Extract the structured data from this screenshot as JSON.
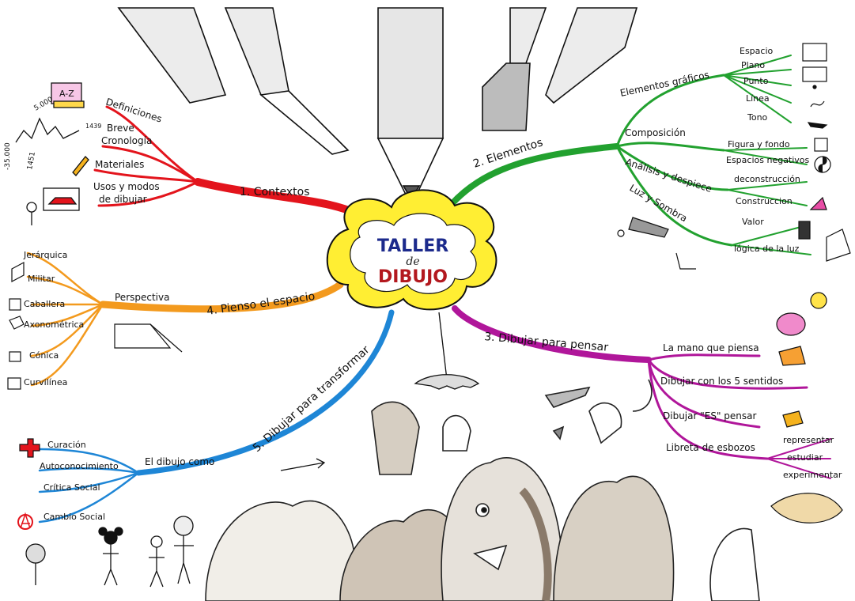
{
  "center": {
    "line1": "TALLER",
    "line2": "de",
    "line3": "DIBUJO"
  },
  "branches": [
    {
      "id": "contextos",
      "label": "1. Contextos",
      "color": "#e3141c",
      "children": [
        "Definiciones",
        "Breve",
        "Cronología",
        "Materiales",
        "Usos y modos",
        "de dibujar"
      ]
    },
    {
      "id": "elementos",
      "label": "2. Elementos",
      "color": "#22a12f",
      "groups": [
        {
          "label": "Elementos gráficos",
          "children": [
            "Espacio",
            "Plano",
            "Punto",
            "Línea",
            "Tono"
          ]
        },
        {
          "label": "Composición",
          "children": [
            "Figura y fondo",
            "Espacios negativos"
          ]
        },
        {
          "label": "Análisis y despiece",
          "children": [
            "deconstrucción",
            "Construccion"
          ]
        },
        {
          "label": "Luz y Sombra",
          "children": [
            "Valor",
            "lógica de la luz"
          ]
        }
      ]
    },
    {
      "id": "pensar",
      "label": "3. Dibujar para pensar",
      "color": "#b0169a",
      "children": [
        "La mano que piensa",
        "Dibujar con los 5 sentidos",
        "Dibujar \"ES\" pensar",
        "Libreta de esbozos"
      ],
      "sub": [
        "representar",
        "estudiar",
        "experimentar"
      ]
    },
    {
      "id": "espacio",
      "label": "4. Pienso el espacio",
      "color": "#f39a1e",
      "groups": [
        {
          "label": "Perspectiva",
          "children": [
            "Jerárquica",
            "Militar",
            "Caballera",
            "Axonométrica",
            "Cónica",
            "Curvilínea"
          ]
        }
      ]
    },
    {
      "id": "transformar",
      "label": "5. Dibujar para transformar",
      "color": "#1e86d6",
      "groups": [
        {
          "label": "El dibujo como",
          "children": [
            "Curación",
            "Autoconocimiento",
            "Crítica Social",
            "Cambio Social"
          ]
        }
      ]
    }
  ],
  "doodles": {
    "book": "A-Z",
    "timeline_top": "5.000",
    "timeline_left": "-35.000",
    "timeline_bottom": "1451",
    "timeline_box": "1439"
  },
  "colors": {
    "red": "#e3141c",
    "green": "#22a12f",
    "magenta": "#b0169a",
    "orange": "#f39a1e",
    "blue": "#1e86d6",
    "cloud": "#ffee33",
    "ink": "#111111",
    "wash": "#8a7a6a"
  }
}
